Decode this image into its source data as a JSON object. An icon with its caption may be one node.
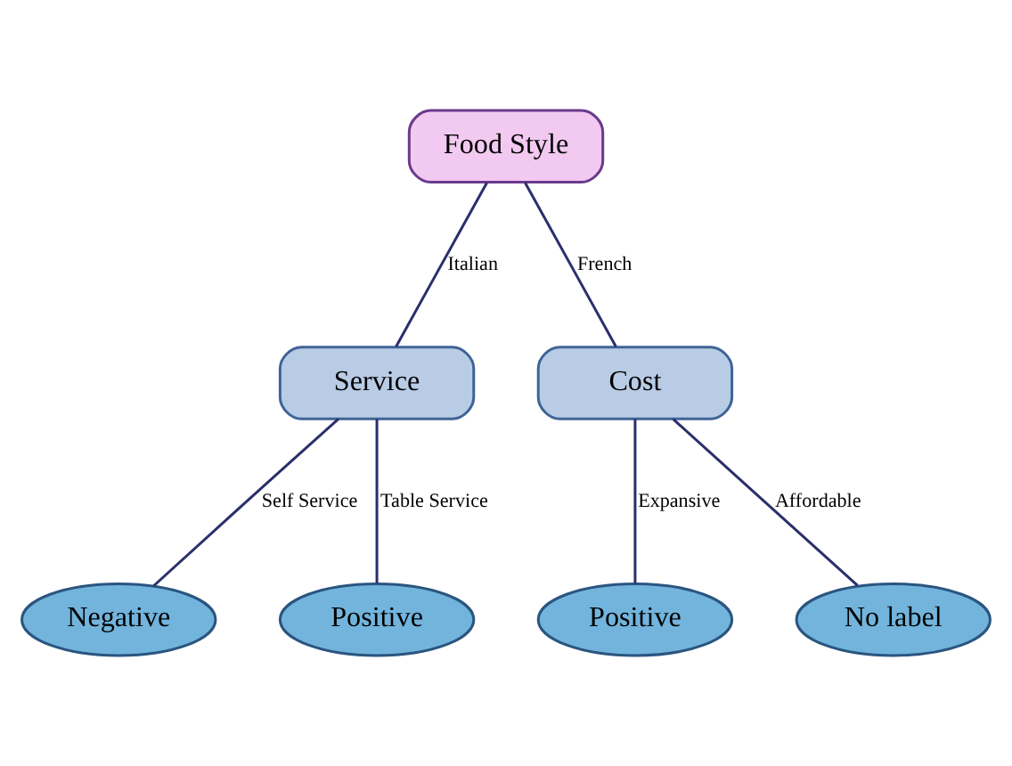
{
  "diagram": {
    "nodes": [
      {
        "text": [
          "Food Style"
        ]
      },
      {
        "text": [
          "Service"
        ]
      },
      {
        "text": [
          "Cost"
        ]
      },
      {
        "text": [
          "Negative"
        ]
      },
      {
        "text": [
          "Positive"
        ]
      },
      {
        "text": [
          "Positive"
        ]
      },
      {
        "text": [
          "No label"
        ]
      }
    ],
    "edges": [
      {
        "from": 0,
        "to": 1,
        "arrow": "none",
        "label": "Italian"
      },
      {
        "from": 0,
        "to": 2,
        "arrow": "none",
        "label": "French"
      },
      {
        "from": 1,
        "to": 3,
        "arrow": "none",
        "label": "Self Service"
      },
      {
        "from": 1,
        "to": 4,
        "arrow": "none",
        "label": "Table Service"
      },
      {
        "from": 2,
        "to": 5,
        "arrow": "none",
        "label": "Expansive"
      },
      {
        "from": 2,
        "to": 6,
        "arrow": "none",
        "label": "Affordable"
      }
    ]
  }
}
